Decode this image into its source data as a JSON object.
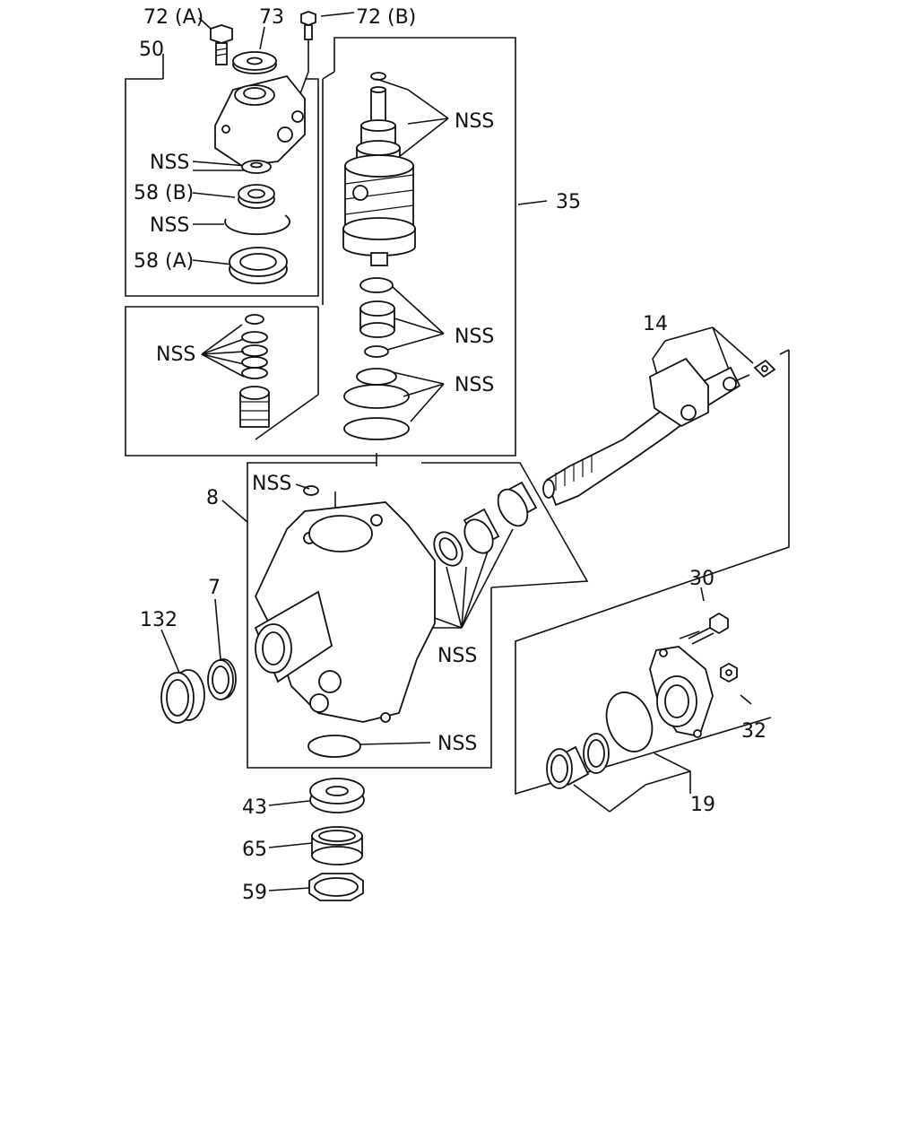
{
  "diagram": {
    "labels": {
      "l72a": "72 (A)",
      "l73": "73",
      "l72b": "72 (B)",
      "l50": "50",
      "l35": "35",
      "nss_1": "NSS",
      "l58b": "58 (B)",
      "nss_2": "NSS",
      "l58a": "58 (A)",
      "nss_3": "NSS",
      "nss_4": "NSS",
      "nss_5": "NSS",
      "nss_6": "NSS",
      "l14": "14",
      "nss_7": "NSS",
      "l8": "8",
      "l7": "7",
      "l132": "132",
      "nss_8": "NSS",
      "nss_9": "NSS",
      "l30": "30",
      "l32": "32",
      "l19": "19",
      "l43": "43",
      "l65": "65",
      "l59": "59"
    }
  }
}
